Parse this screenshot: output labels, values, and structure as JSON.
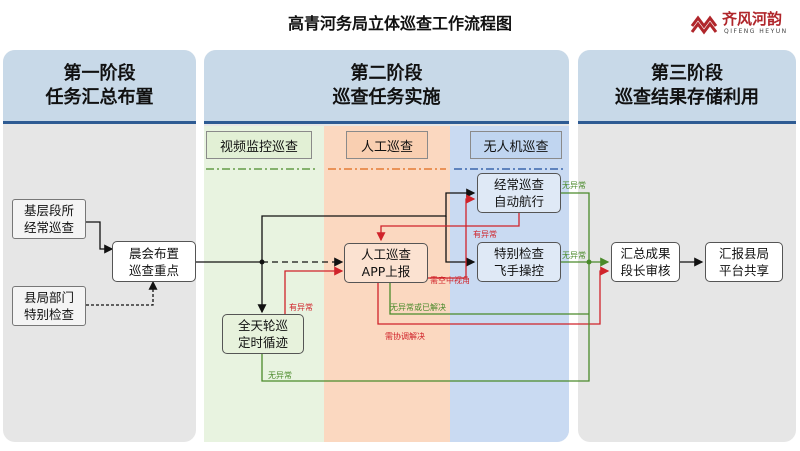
{
  "title": "高青河务局立体巡查工作流程图",
  "logo": {
    "name": "齐风河韵",
    "sub": "QIFENG HEYUN"
  },
  "stages": [
    {
      "line1": "第一阶段",
      "line2": "任务汇总布置"
    },
    {
      "line1": "第二阶段",
      "line2": "巡查任务实施"
    },
    {
      "line1": "第三阶段",
      "line2": "巡查结果存储利用"
    }
  ],
  "sub_columns": [
    "视频监控巡查",
    "人工巡查",
    "无人机巡查"
  ],
  "boxes": {
    "jiceng": [
      "基层段所",
      "经常巡查"
    ],
    "xianju": [
      "县局部门",
      "特别检查"
    ],
    "chenhui": [
      "晨会布置",
      "巡查重点"
    ],
    "quantian": [
      "全天轮巡",
      "定时循迹"
    ],
    "rengong": [
      "人工巡查",
      "APP上报"
    ],
    "jingchang": [
      "经常巡查",
      "自动航行"
    ],
    "tebie": [
      "特别检查",
      "飞手操控"
    ],
    "huizong": [
      "汇总成果",
      "段长审核"
    ],
    "huibao": [
      "汇报县局",
      "平台共享"
    ]
  },
  "edge_labels": {
    "no_abnormal_1": "无异常",
    "no_abnormal_2": "无异常",
    "no_abnormal_3": "无异常",
    "abnormal_1": "有异常",
    "abnormal_2": "有异常",
    "need_aerial": "需空中视角",
    "resolved": "无异常或已解决",
    "coordinate": "需协调解决"
  },
  "colors": {
    "green": "#4a8a2a",
    "red": "#d0232a",
    "dark": "#111111",
    "stage_border": "#2e5b93"
  }
}
